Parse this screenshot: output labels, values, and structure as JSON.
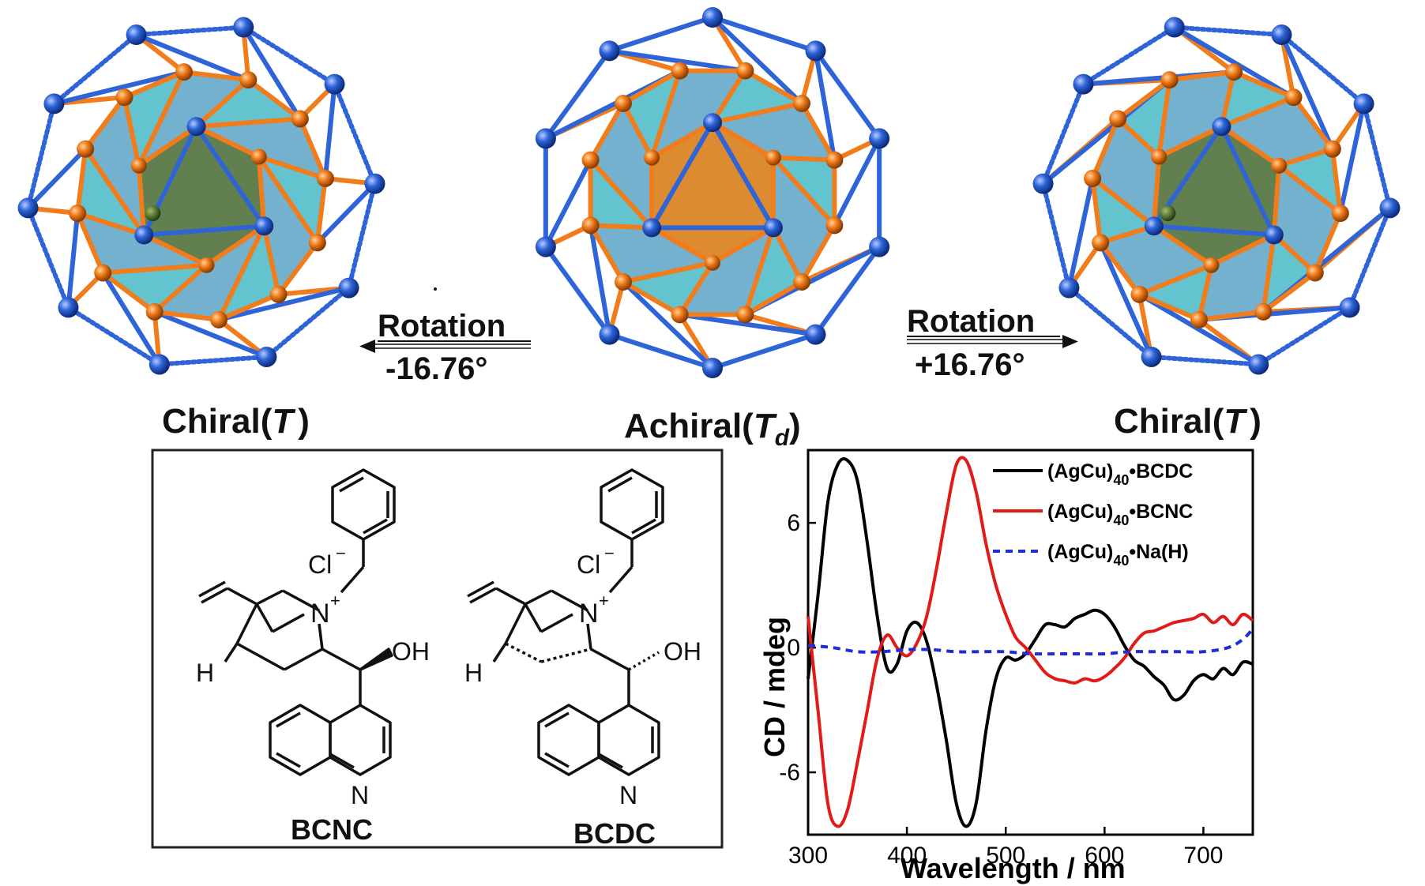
{
  "clusters": {
    "left": {
      "name": "Chiral(",
      "sym": "T",
      "tail": ")"
    },
    "center": {
      "name": "Achiral(",
      "sym": "T",
      "sub": "d",
      "tail": ")"
    },
    "right": {
      "name": "Chiral(",
      "sym": "T",
      "tail": ")"
    }
  },
  "rotations": {
    "left": {
      "title": "Rotation",
      "angle": "-16.76°"
    },
    "right": {
      "title": "Rotation",
      "angle": "+16.76°"
    }
  },
  "molecules": {
    "left": {
      "name": "BCNC",
      "anion": "Cl",
      "cation": "N",
      "hydroxyl": "OH",
      "hydrogen": "H",
      "ring_n": "N"
    },
    "right": {
      "name": "BCDC",
      "anion": "Cl",
      "cation": "N",
      "hydroxyl": "OH",
      "hydrogen": "H",
      "ring_n": "N"
    }
  },
  "colors": {
    "orange": "#f07c1c",
    "blue": "#2e64d8",
    "teal": "#3dc8c8",
    "purple": "#7a3cb0",
    "black_series": "#000000",
    "red_series": "#e11a1a",
    "blue_series": "#1a2fd6"
  },
  "chart_data": {
    "type": "line",
    "xlabel": "Wavelength / nm",
    "ylabel": "CD / mdeg",
    "xlim": [
      300,
      750
    ],
    "ylim": [
      -9,
      9.5
    ],
    "xticks": [
      300,
      400,
      500,
      600,
      700
    ],
    "yticks": [
      -6,
      0,
      6
    ],
    "legend_position": "top-right",
    "series": [
      {
        "name": "(AgCu)40•BCDC",
        "label_main": "(AgCu)",
        "label_sub": "40",
        "label_tail": "•BCDC",
        "color": "#000000",
        "dash": "solid",
        "x": [
          300,
          310,
          320,
          330,
          340,
          350,
          360,
          370,
          380,
          390,
          400,
          410,
          420,
          430,
          440,
          450,
          460,
          470,
          480,
          490,
          500,
          510,
          520,
          530,
          540,
          550,
          560,
          570,
          580,
          590,
          600,
          610,
          620,
          630,
          640,
          650,
          660,
          670,
          680,
          690,
          700,
          710,
          720,
          730,
          740,
          750
        ],
        "y": [
          -1.5,
          2.5,
          7,
          8.8,
          9,
          8,
          5,
          1.5,
          -1,
          -0.8,
          0.8,
          1.2,
          0.3,
          -1.8,
          -4.5,
          -7.5,
          -8.6,
          -7.5,
          -4,
          -1.5,
          -0.5,
          -0.6,
          -0.3,
          0.4,
          1.1,
          1.1,
          1,
          1.4,
          1.6,
          1.8,
          1.6,
          1,
          0.1,
          -0.6,
          -0.9,
          -1.4,
          -1.8,
          -2.5,
          -2.3,
          -1.6,
          -1.3,
          -1.5,
          -1,
          -1.3,
          -0.7,
          -0.8
        ]
      },
      {
        "name": "(AgCu)40•BCNC",
        "label_main": "(AgCu)",
        "label_sub": "40",
        "label_tail": "•BCNC",
        "color": "#e11a1a",
        "dash": "solid",
        "x": [
          300,
          310,
          320,
          330,
          340,
          350,
          360,
          370,
          380,
          390,
          400,
          410,
          420,
          430,
          440,
          450,
          460,
          470,
          480,
          490,
          500,
          510,
          520,
          530,
          540,
          550,
          560,
          570,
          580,
          590,
          600,
          610,
          620,
          630,
          640,
          650,
          660,
          670,
          680,
          690,
          700,
          710,
          720,
          730,
          740,
          750
        ],
        "y": [
          1.5,
          -3,
          -7.5,
          -8.6,
          -7.8,
          -5.5,
          -3,
          -0.5,
          0.6,
          0,
          -0.4,
          0.2,
          1.5,
          3.8,
          6.5,
          8.8,
          9,
          7.5,
          5,
          3,
          1.6,
          0.5,
          0,
          -0.6,
          -1.2,
          -1.5,
          -1.6,
          -1.7,
          -1.5,
          -1.6,
          -1.4,
          -1,
          -0.5,
          0.2,
          0.7,
          0.8,
          1,
          1.2,
          1.3,
          1.4,
          1.6,
          1.2,
          1.5,
          1.1,
          1.6,
          1.3
        ]
      },
      {
        "name": "(AgCu)40•Na(H)",
        "label_main": "(AgCu)",
        "label_sub": "40",
        "label_tail": "•Na(H)",
        "color": "#1a2fd6",
        "dash": "dashed",
        "x": [
          300,
          325,
          350,
          375,
          400,
          425,
          450,
          475,
          500,
          525,
          550,
          575,
          600,
          625,
          650,
          675,
          700,
          725,
          740,
          750
        ],
        "y": [
          0.1,
          0,
          -0.2,
          -0.2,
          -0.1,
          -0.1,
          -0.2,
          -0.2,
          -0.2,
          -0.3,
          -0.3,
          -0.3,
          -0.3,
          -0.2,
          -0.2,
          -0.2,
          -0.2,
          0,
          0.4,
          0.9
        ]
      }
    ]
  }
}
